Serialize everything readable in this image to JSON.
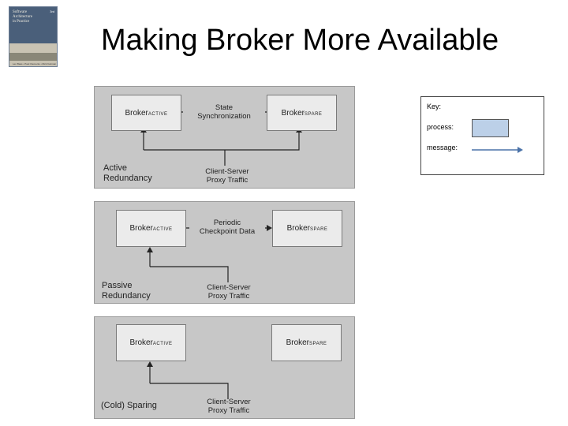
{
  "title": "Making Broker More Available",
  "book_cover": {
    "title": "Software\nArchitecture\nin Practice",
    "edition": "3rd",
    "authors": "Len Bass • Paul Clements • Rick Kazman"
  },
  "key": {
    "heading": "Key:",
    "process_label": "process:",
    "message_label": "message:",
    "process_color": "#bcd0e8",
    "message_color": "#4a72a8"
  },
  "panels": [
    {
      "caption_line1": "Active",
      "caption_line2": "Redundancy",
      "left_box": {
        "main": "Broker",
        "sub": "ACTIVE"
      },
      "right_box": {
        "main": "Broker",
        "sub": "SPARE"
      },
      "link_line1": "State",
      "link_line2": "Synchronization",
      "traffic_line1": "Client-Server",
      "traffic_line2": "Proxy Traffic"
    },
    {
      "caption_line1": "Passive",
      "caption_line2": "Redundancy",
      "left_box": {
        "main": "Broker",
        "sub": "ACTIVE"
      },
      "right_box": {
        "main": "Broker",
        "sub": "SPARE"
      },
      "link_line1": "Periodic",
      "link_line2": "Checkpoint Data",
      "traffic_line1": "Client-Server",
      "traffic_line2": "Proxy Traffic"
    },
    {
      "caption_line1": "(Cold) Sparing",
      "left_box": {
        "main": "Broker",
        "sub": "ACTIVE"
      },
      "right_box": {
        "main": "Broker",
        "sub": "SPARE"
      },
      "traffic_line1": "Client-Server",
      "traffic_line2": "Proxy Traffic"
    }
  ]
}
